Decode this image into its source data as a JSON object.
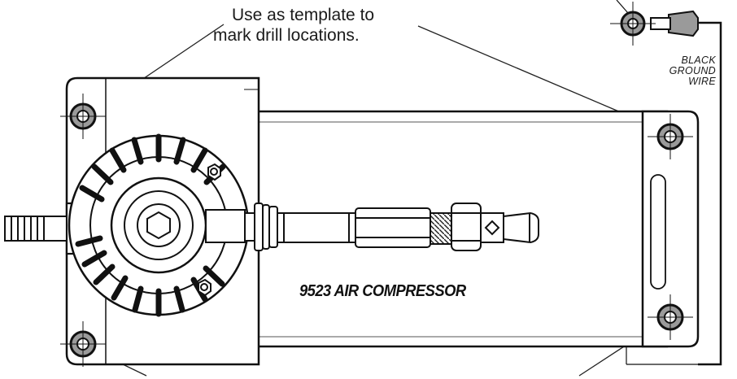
{
  "callout": {
    "line1": "Use as template to",
    "line2": "mark drill locations."
  },
  "ground_wire_label": {
    "line1": "BLACK",
    "line2": "GROUND",
    "line3": "WIRE"
  },
  "model_label": "9523 AIR COMPRESSOR"
}
